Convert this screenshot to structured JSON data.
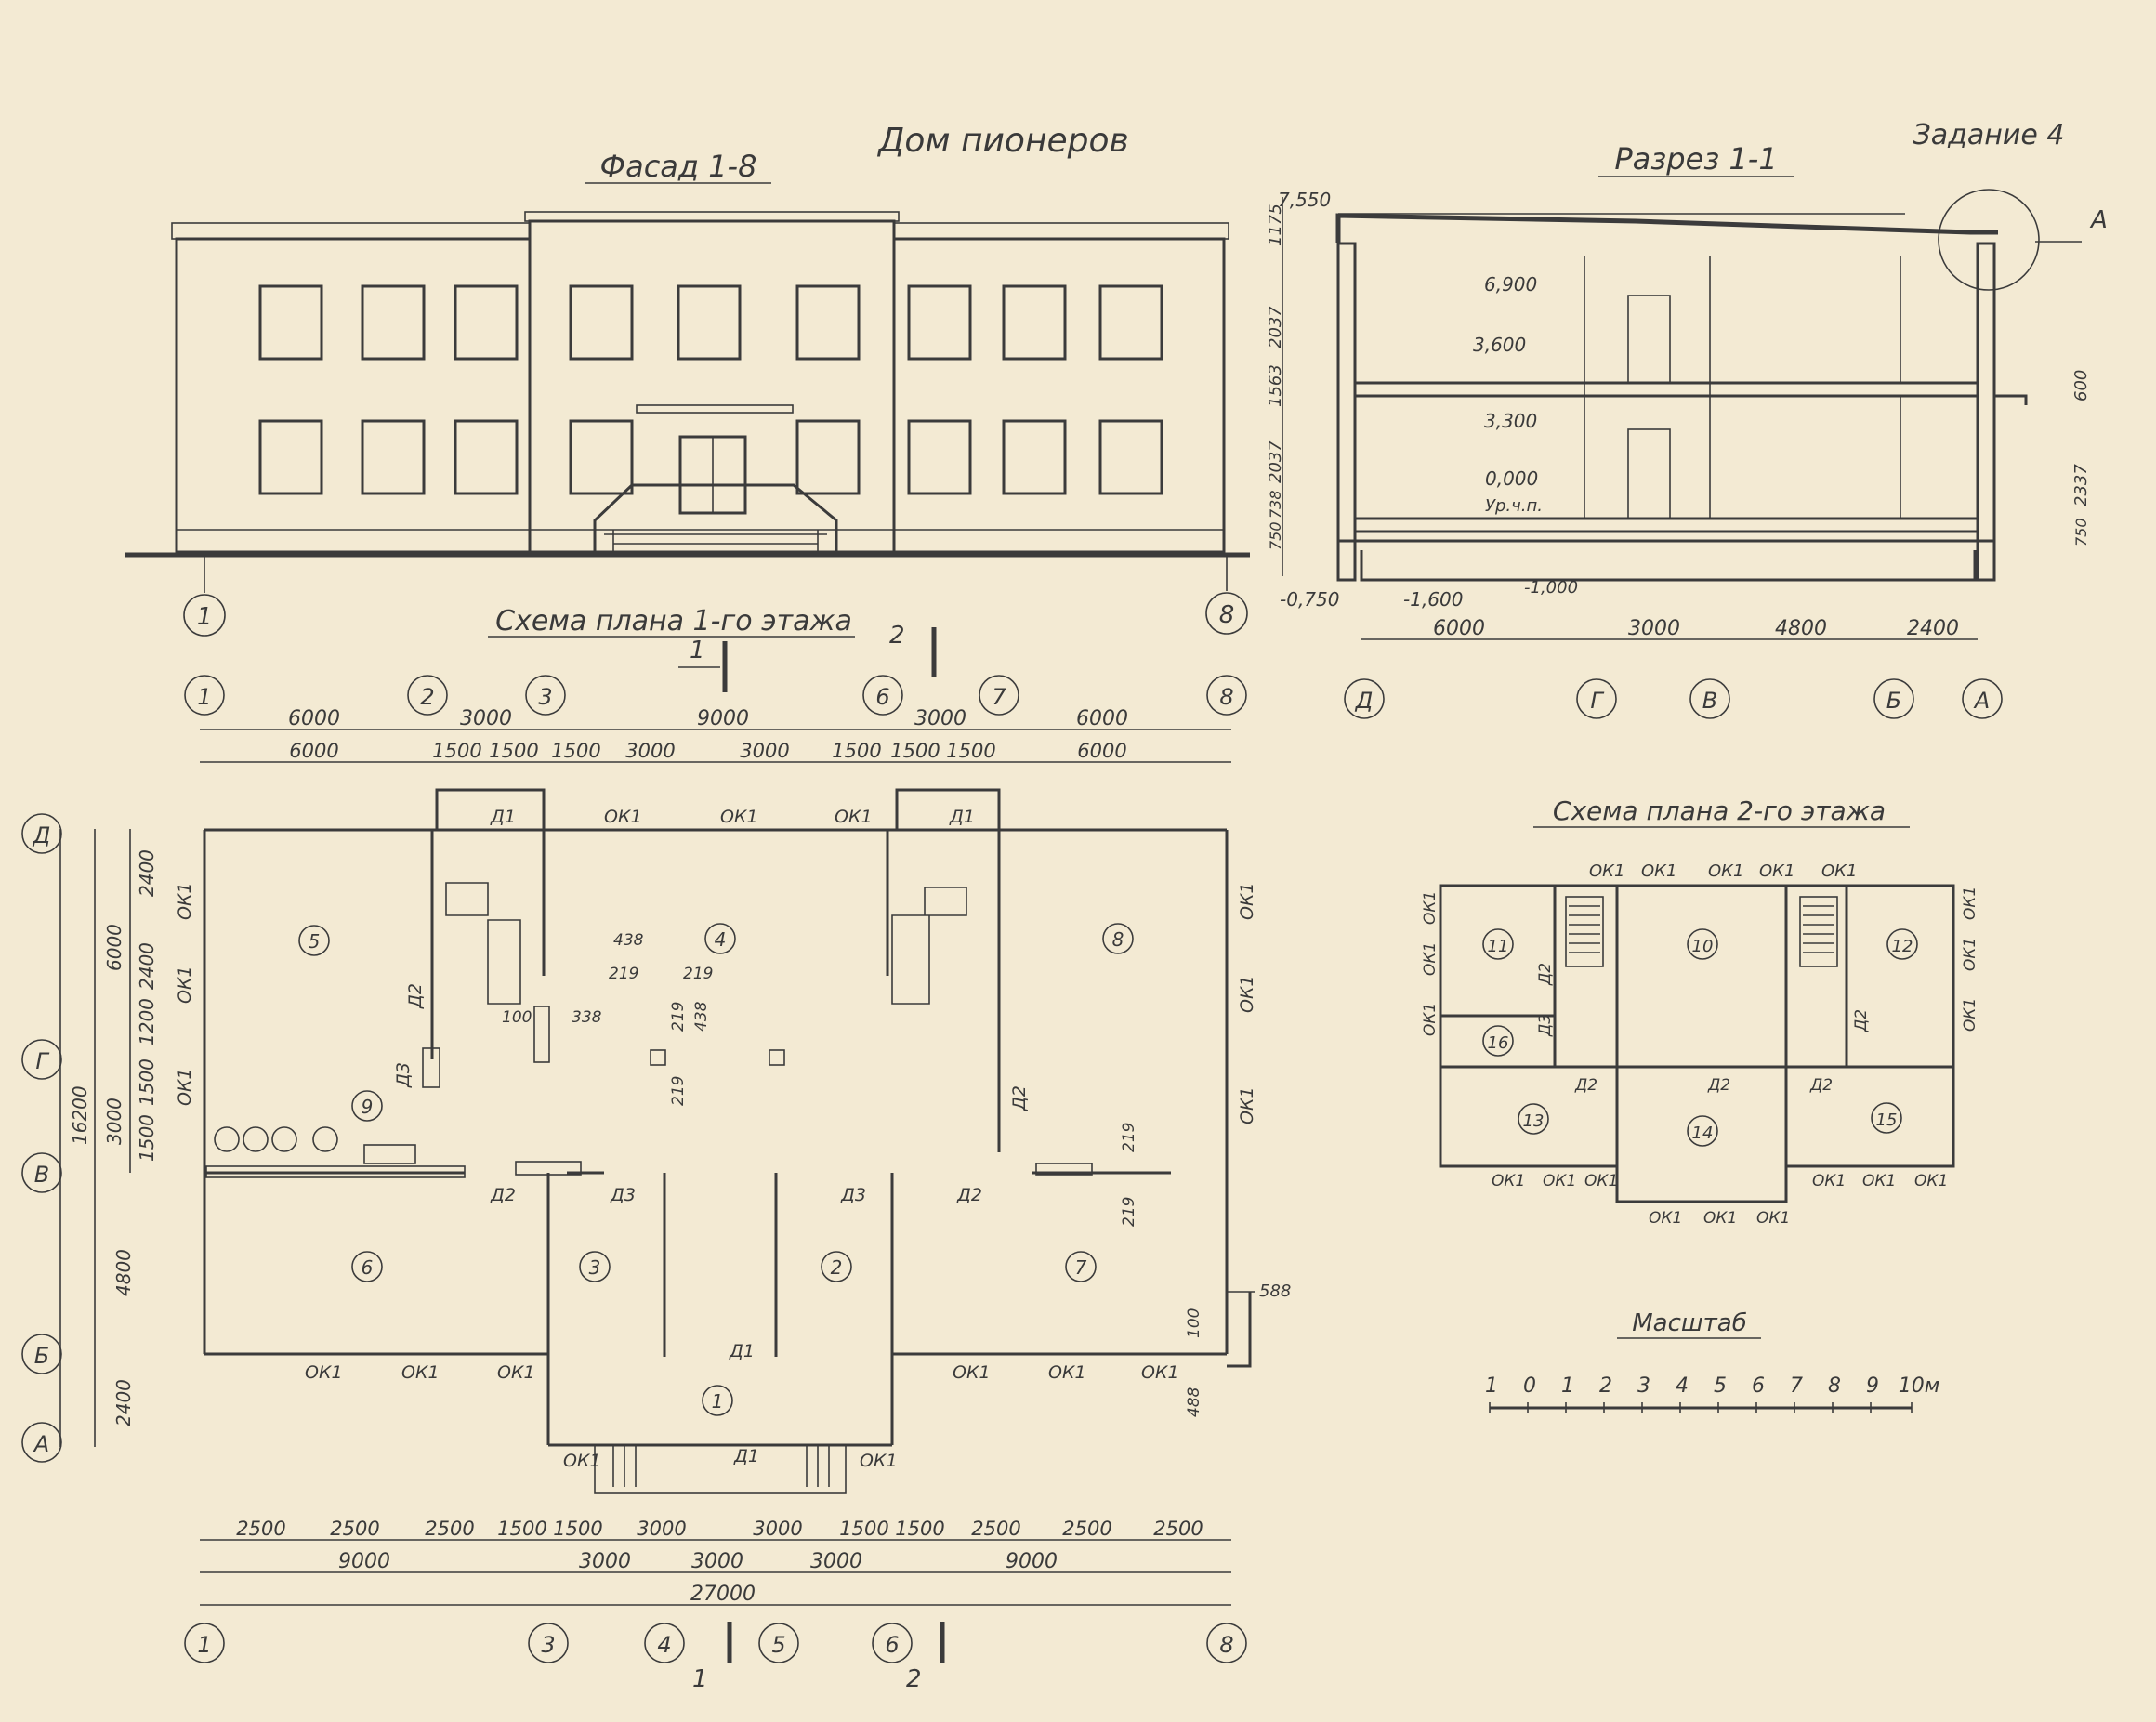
{
  "drawing": {
    "title": "Дом пионеров",
    "task": "Задание 4",
    "facade_title": "Фасад 1-8",
    "section_title": "Разрез 1-1",
    "plan1_title": "Схема плана 1-го этажа",
    "plan2_title": "Схема плана 2-го этажа",
    "scale_title": "Масштаб"
  },
  "facade": {
    "axes": [
      "1",
      "8"
    ]
  },
  "section": {
    "axes": [
      "Д",
      "Г",
      "В",
      "Б",
      "А"
    ],
    "spans": [
      "6000",
      "3000",
      "4800",
      "2400"
    ],
    "marks": [
      "7,550",
      "6,900",
      "3,600",
      "3,300",
      "0,000",
      "Ур.ч.п.",
      "-0,750",
      "-1,600",
      "-1,000"
    ],
    "heights": [
      "1175",
      "2037",
      "1563",
      "2037",
      "738",
      "750"
    ],
    "right_dims": [
      "600",
      "2337",
      "750"
    ],
    "node": "А"
  },
  "plan1": {
    "axes_top": [
      "1",
      "2",
      "3",
      "6",
      "7",
      "8"
    ],
    "axes_bottom": [
      "1",
      "3",
      "4",
      "5",
      "6",
      "8"
    ],
    "axes_left": [
      "Д",
      "Г",
      "В",
      "Б",
      "А"
    ],
    "top_dims_row1": [
      "6000",
      "3000",
      "9000",
      "3000",
      "6000"
    ],
    "top_dims_row2": [
      "6000",
      "1500",
      "1500",
      "1500",
      "3000",
      "3000",
      "1500",
      "1500",
      "1500",
      "6000"
    ],
    "left_dims": [
      "2400",
      "2400",
      "1200",
      "1500",
      "1500",
      "4800",
      "2400"
    ],
    "left_dims_outer": [
      "6000",
      "3000",
      "16200"
    ],
    "left_ok": [
      "ОК1",
      "ОК1",
      "ОК1"
    ],
    "right_ok": [
      "ОК1",
      "ОК1",
      "ОК1"
    ],
    "bottom_dims_row1": [
      "2500",
      "2500",
      "2500",
      "1500",
      "1500",
      "3000",
      "3000",
      "1500",
      "1500",
      "2500",
      "2500",
      "2500"
    ],
    "bottom_dims_row2": [
      "9000",
      "3000",
      "3000",
      "3000",
      "9000"
    ],
    "total": "27000",
    "rooms": [
      "5",
      "4",
      "8",
      "9",
      "6",
      "3",
      "2",
      "7",
      "1"
    ],
    "window_labels_top": [
      "ОК1",
      "ОК1",
      "ОК1"
    ],
    "window_labels_bottom": [
      "ОК1",
      "ОК1",
      "ОК1",
      "ОК1",
      "ОК1",
      "ОК1"
    ],
    "entrance_windows": [
      "ОК1",
      "ОК1"
    ],
    "doors": [
      "Д1",
      "Д1",
      "Д2",
      "Д3",
      "Д2",
      "Д2",
      "Д3",
      "Д3",
      "Д2",
      "Д1",
      "Д1"
    ],
    "details": [
      "438",
      "219",
      "219",
      "219",
      "438",
      "219",
      "100",
      "338",
      "219",
      "219",
      "588",
      "100",
      "488"
    ],
    "cut_marks": [
      "1",
      "2",
      "1",
      "2"
    ]
  },
  "plan2": {
    "rooms": [
      "11",
      "10",
      "12",
      "16",
      "13",
      "14",
      "15"
    ],
    "windows_top": [
      "ОК1",
      "ОК1",
      "ОК1",
      "ОК1",
      "ОК1"
    ],
    "windows_left": [
      "ОК1",
      "ОК1",
      "ОК1"
    ],
    "windows_right": [
      "ОК1",
      "ОК1",
      "ОК1"
    ],
    "windows_bottom_left": [
      "ОК1",
      "ОК1",
      "ОК1"
    ],
    "windows_bottom_mid": [
      "ОК1",
      "ОК1",
      "ОК1"
    ],
    "windows_bottom_right": [
      "ОК1",
      "ОК1",
      "ОК1"
    ],
    "doors": [
      "Д2",
      "Д3",
      "Д2",
      "Д2",
      "Д2",
      "Д2"
    ]
  },
  "scale": {
    "labels": [
      "1",
      "0",
      "1",
      "2",
      "3",
      "4",
      "5",
      "6",
      "7",
      "8",
      "9",
      "10м"
    ]
  }
}
